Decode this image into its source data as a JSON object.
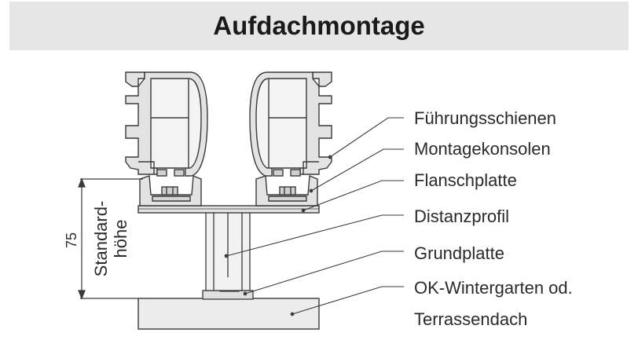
{
  "title": "Aufdachmontage",
  "labels": {
    "fuehrungsschienen": "Führungsschienen",
    "montagekonsolen": "Montagekonsolen",
    "flanschplatte": "Flanschplatte",
    "distanzprofil": "Distanzprofil",
    "grundplatte": "Grundplatte",
    "ok_line1": "OK-Wintergarten od.",
    "ok_line2": "Terrassendach"
  },
  "dimension": {
    "value": "75",
    "label_line1": "Standard-",
    "label_line2": "höhe"
  },
  "colors": {
    "line": "#3a3a3a",
    "profile_fill": "#e3e3e3",
    "base_fill": "#ececec",
    "title_bg": "#e6e6e6"
  }
}
